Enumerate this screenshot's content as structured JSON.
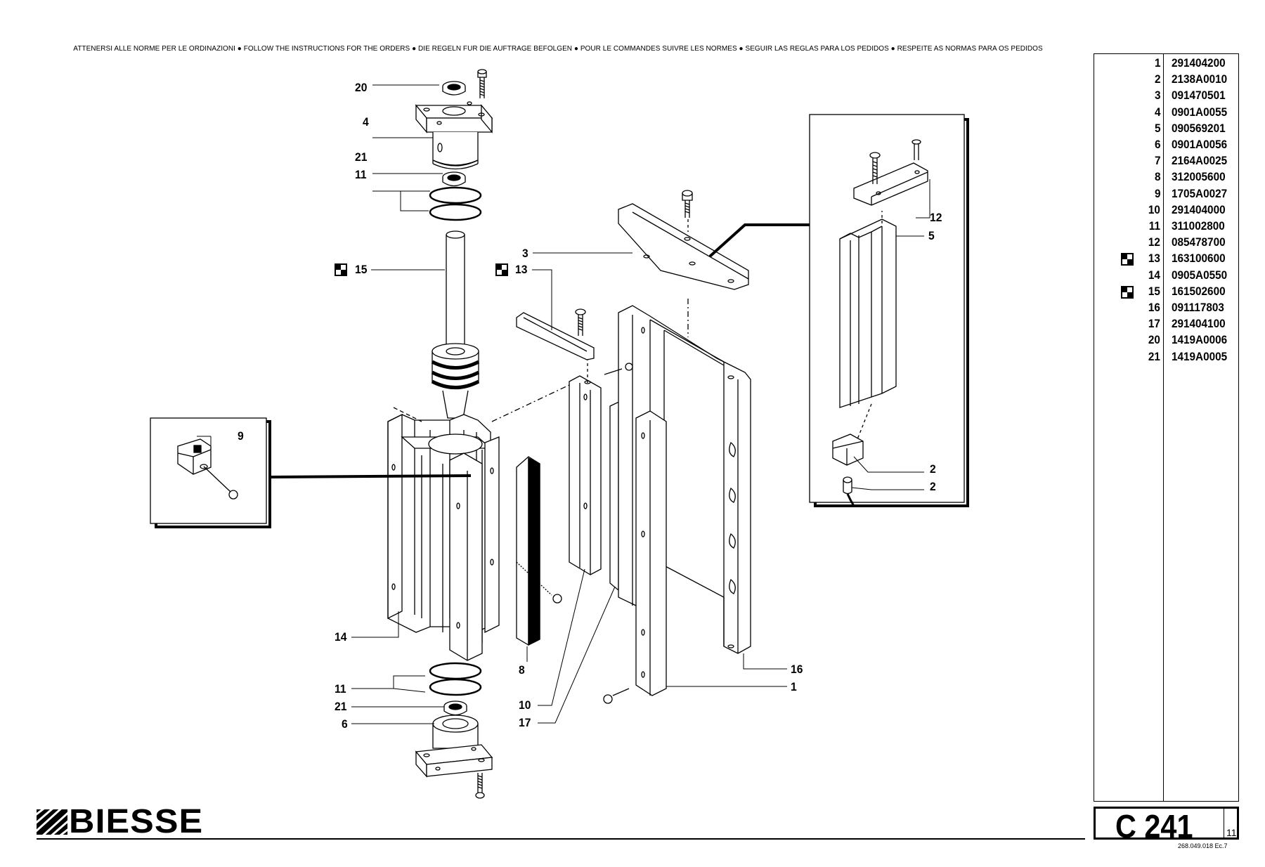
{
  "header": {
    "instructions": "ATTENERSI ALLE NORME PER LE ORDINAZIONI  ●  FOLLOW THE INSTRUCTIONS FOR THE ORDERS  ●  DIE REGELN FUR DIE AUFTRAGE BEFOLGEN  ●  POUR LE COMMANDES SUIVRE LES NORMES  ●  SEGUIR LAS REGLAS PARA LOS PEDIDOS  ●  RESPEITE AS NORMAS PARA OS PEDIDOS"
  },
  "callouts": {
    "c20": "20",
    "c4": "4",
    "c21a": "21",
    "c11a": "11",
    "c15": "15",
    "c13": "13",
    "c3": "3",
    "c12": "12",
    "c5": "5",
    "c9": "9",
    "c2a": "2",
    "c2b": "2",
    "c14": "14",
    "c8": "8",
    "c16": "16",
    "c1": "1",
    "c11b": "11",
    "c21b": "21",
    "c6": "6",
    "c10": "10",
    "c17": "17"
  },
  "parts": [
    {
      "num": "1",
      "code": "291404200",
      "marked": false
    },
    {
      "num": "2",
      "code": "2138A0010",
      "marked": false
    },
    {
      "num": "3",
      "code": "091470501",
      "marked": false
    },
    {
      "num": "4",
      "code": "0901A0055",
      "marked": false
    },
    {
      "num": "5",
      "code": "090569201",
      "marked": false
    },
    {
      "num": "6",
      "code": "0901A0056",
      "marked": false
    },
    {
      "num": "7",
      "code": "2164A0025",
      "marked": false
    },
    {
      "num": "8",
      "code": "312005600",
      "marked": false
    },
    {
      "num": "9",
      "code": "1705A0027",
      "marked": false
    },
    {
      "num": "10",
      "code": "291404000",
      "marked": false
    },
    {
      "num": "11",
      "code": "311002800",
      "marked": false
    },
    {
      "num": "12",
      "code": "085478700",
      "marked": false
    },
    {
      "num": "13",
      "code": "163100600",
      "marked": true
    },
    {
      "num": "14",
      "code": "0905A0550",
      "marked": false
    },
    {
      "num": "15",
      "code": "161502600",
      "marked": true
    },
    {
      "num": "16",
      "code": "091117803",
      "marked": false
    },
    {
      "num": "17",
      "code": "291404100",
      "marked": false
    },
    {
      "num": "20",
      "code": "1419A0006",
      "marked": false
    },
    {
      "num": "21",
      "code": "1419A0005",
      "marked": false
    }
  ],
  "footer": {
    "brand": "BIESSE",
    "table_code": "C 241",
    "sheet": "11",
    "doc_ref": "268.049.018 Ec.7"
  }
}
